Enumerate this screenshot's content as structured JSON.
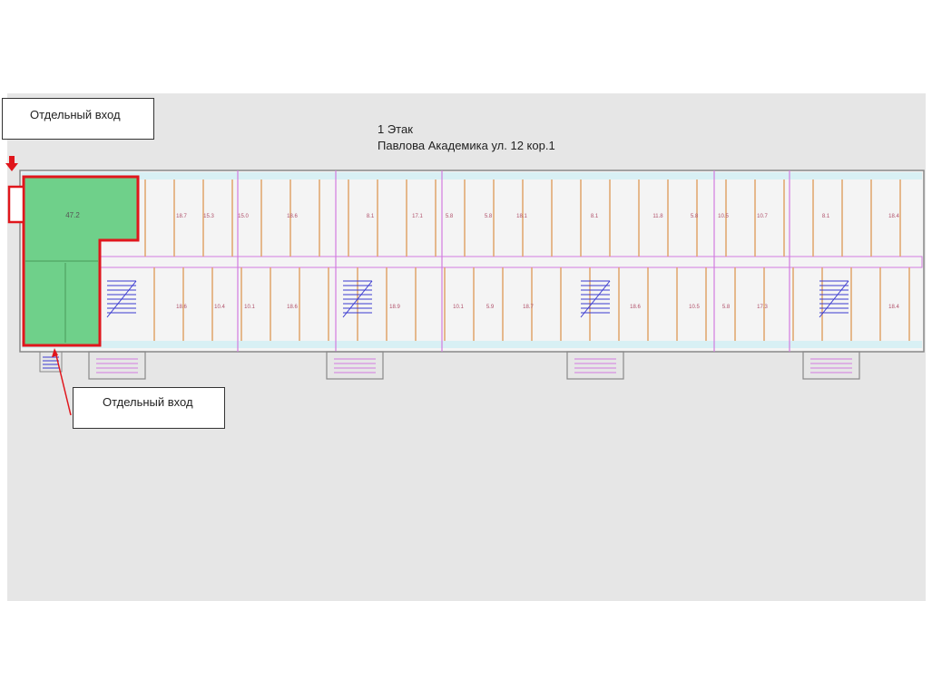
{
  "callouts": {
    "top": "Отдельный вход",
    "bottom": "Отдельный вход"
  },
  "title": {
    "floor": "1 Этак",
    "address": "Павлова Академика ул. 12 кор.1"
  },
  "highlight": {
    "area": "47.2",
    "color": "#6fd08a",
    "border": "#e0161c"
  },
  "rooms_top": [
    "18.7",
    "15.3",
    "15.0",
    "18.6",
    "8.1",
    "17.1",
    "5.8",
    "5.8",
    "18.1",
    "8.1",
    "11.8",
    "5.8",
    "10.5",
    "10.7",
    "8.1",
    "18.4"
  ],
  "rooms_bottom": [
    "18.6",
    "10.4",
    "10.1",
    "18.6",
    "18.9",
    "10.1",
    "5.9",
    "18.7",
    "18.6",
    "10.5",
    "5.8",
    "17.3",
    "18.4"
  ],
  "colors": {
    "wall": "#e0a46a",
    "axis": "#d27be0",
    "stair": "#3a3ad0",
    "outline": "#888888"
  }
}
